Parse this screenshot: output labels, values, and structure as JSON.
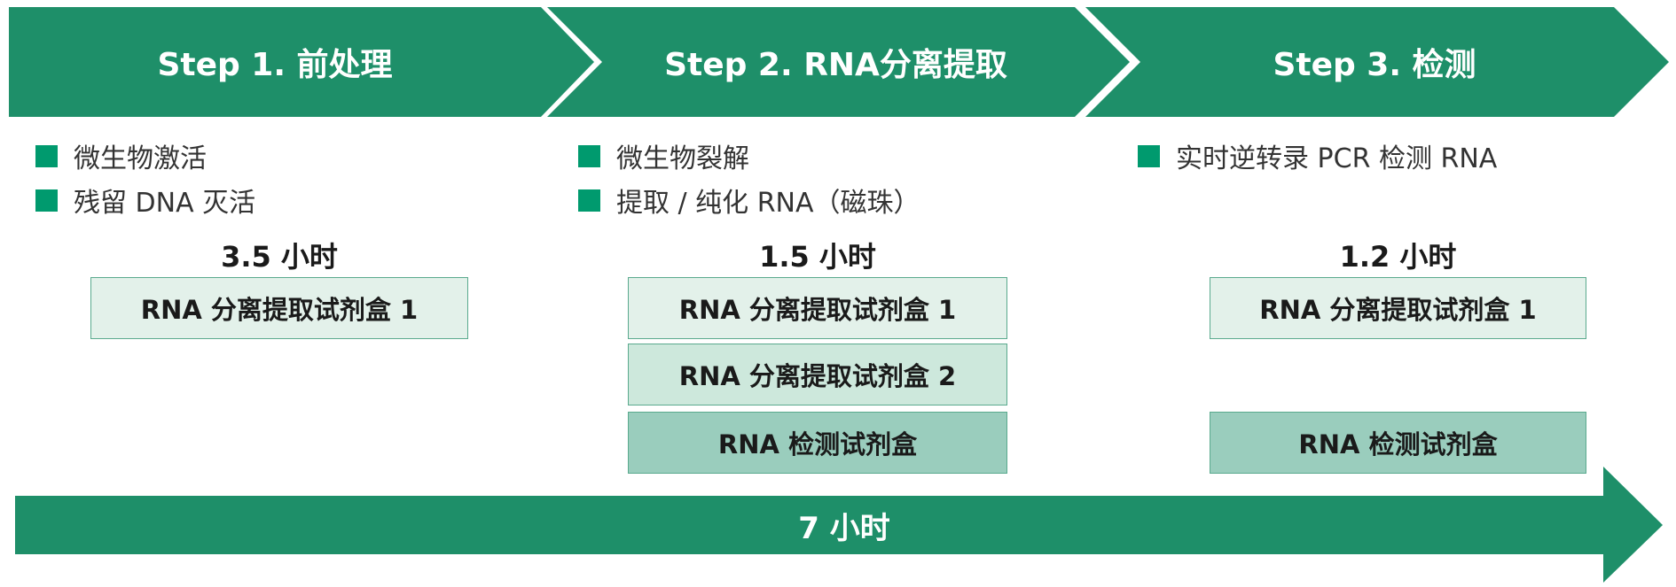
{
  "colors": {
    "banner_green": "#1e8f69",
    "bullet_green": "#009a6e",
    "kit_light": "#e3f1ea",
    "kit_mid": "#cde8dc",
    "kit_dark": "#9acdbd",
    "kit_border": "#5aaa8e"
  },
  "steps": [
    {
      "title": "Step 1. 前处理",
      "bullets": [
        "微生物激活",
        "残留 DNA 灭活"
      ],
      "duration": "3.5 小时",
      "kits": [
        "RNA 分离提取试剂盒 1"
      ]
    },
    {
      "title": "Step 2. RNA分离提取",
      "bullets": [
        "微生物裂解",
        "提取 / 纯化 RNA（磁珠）"
      ],
      "duration": "1.5 小时",
      "kits": [
        "RNA 分离提取试剂盒 1",
        "RNA 分离提取试剂盒 2",
        "RNA 检测试剂盒"
      ]
    },
    {
      "title": "Step 3. 检测",
      "bullets": [
        "实时逆转录 PCR 检测 RNA"
      ],
      "duration": "1.2 小时",
      "kits": [
        "RNA 分离提取试剂盒 1",
        "RNA 检测试剂盒"
      ]
    }
  ],
  "total": {
    "label": "7 小时"
  }
}
